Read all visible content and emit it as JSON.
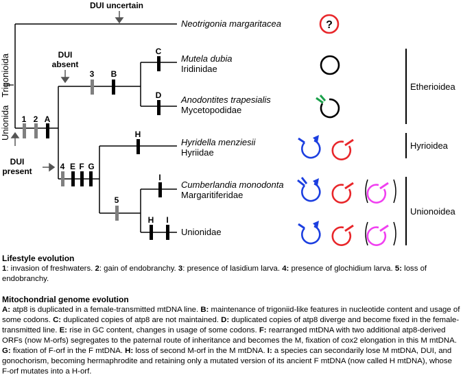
{
  "tree": {
    "annotations": {
      "dui_uncertain": "DUI uncertain",
      "dui_absent_1": "DUI",
      "dui_absent_2": "absent",
      "dui_present_1": "DUI",
      "dui_present_2": "present"
    },
    "side_labels": {
      "trigonioida": "Trigonioida",
      "unionida": "Unionida"
    },
    "taxa": [
      {
        "species": "Neotrigonia margaritacea",
        "family": ""
      },
      {
        "species": "Mutela dubia",
        "family": "Iridinidae"
      },
      {
        "species": "Anodontites trapesialis",
        "family": "Mycetopodidae"
      },
      {
        "species": "Hyridella menziesii",
        "family": "Hyriidae"
      },
      {
        "species": "Cumberlandia monodonta",
        "family": "Margaritiferidae"
      },
      {
        "species": "",
        "family": "Unionidae"
      }
    ],
    "superfamilies": [
      "Etherioidea",
      "Hyrioidea",
      "Unionoidea"
    ],
    "event_labels": {
      "n1": "1",
      "n2": "2",
      "nA": "A",
      "n3": "3",
      "nB": "B",
      "nC": "C",
      "nD": "D",
      "n4": "4",
      "nE": "E",
      "nF": "F",
      "nG": "G",
      "nH": "H",
      "nI1": "I",
      "n5": "5",
      "nH2": "H",
      "nI2": "I"
    },
    "question_mark": "?",
    "colors": {
      "red": "#e8262a",
      "blue": "#1c3fe0",
      "magenta": "#f040f0",
      "green": "#1aa04a",
      "gray": "#808080"
    }
  },
  "legend": {
    "lifestyle": {
      "heading": "Lifestyle evolution",
      "items": [
        {
          "key": "1",
          "text": ": invasion of freshwaters. "
        },
        {
          "key": "2",
          "text": ": gain of endobranchy. "
        },
        {
          "key": "3",
          "text": ": presence of lasidium larva. "
        },
        {
          "key": "4:",
          "text": " presence of glochidium larva.  "
        },
        {
          "key": "5:",
          "text": " loss of endobranchy."
        }
      ]
    },
    "mito": {
      "heading": "Mitochondrial genome evolution",
      "items": [
        {
          "key": "A: ",
          "text": "atp8 is duplicated in a female-transmitted mtDNA line. "
        },
        {
          "key": "B:",
          "text": " maintenance of trigoniid-like features in nucleotide content and usage of some codons. "
        },
        {
          "key": "C:",
          "text": " duplicated copies of atp8 are not maintained. "
        },
        {
          "key": "D:",
          "text": " duplicated copies of atp8 diverge and become fixed in the female-transmitted line. "
        },
        {
          "key": "E:",
          "text": " rise in GC content, changes in usage of some codons. "
        },
        {
          "key": "F:",
          "text": " rearranged mtDNA with two additional atp8-derived ORFs (now M-orfs) segregates to the paternal route of inheritance and becomes the M, fixation of cox2 elongation in this M mtDNA. "
        },
        {
          "key": "G:",
          "text": " fixation of F-orf in the F mtDNA. "
        },
        {
          "key": "H:",
          "text": " loss of second M-orf in the M mtDNA. "
        },
        {
          "key": "I:",
          "text": " a species can secondarily lose M mtDNA, DUI, and gonochorism, becoming hermaphrodite and retaining only a mutated version of its ancient F mtDNA (now called H mtDNA), whose F-orf mutates into a H-orf."
        }
      ]
    }
  }
}
